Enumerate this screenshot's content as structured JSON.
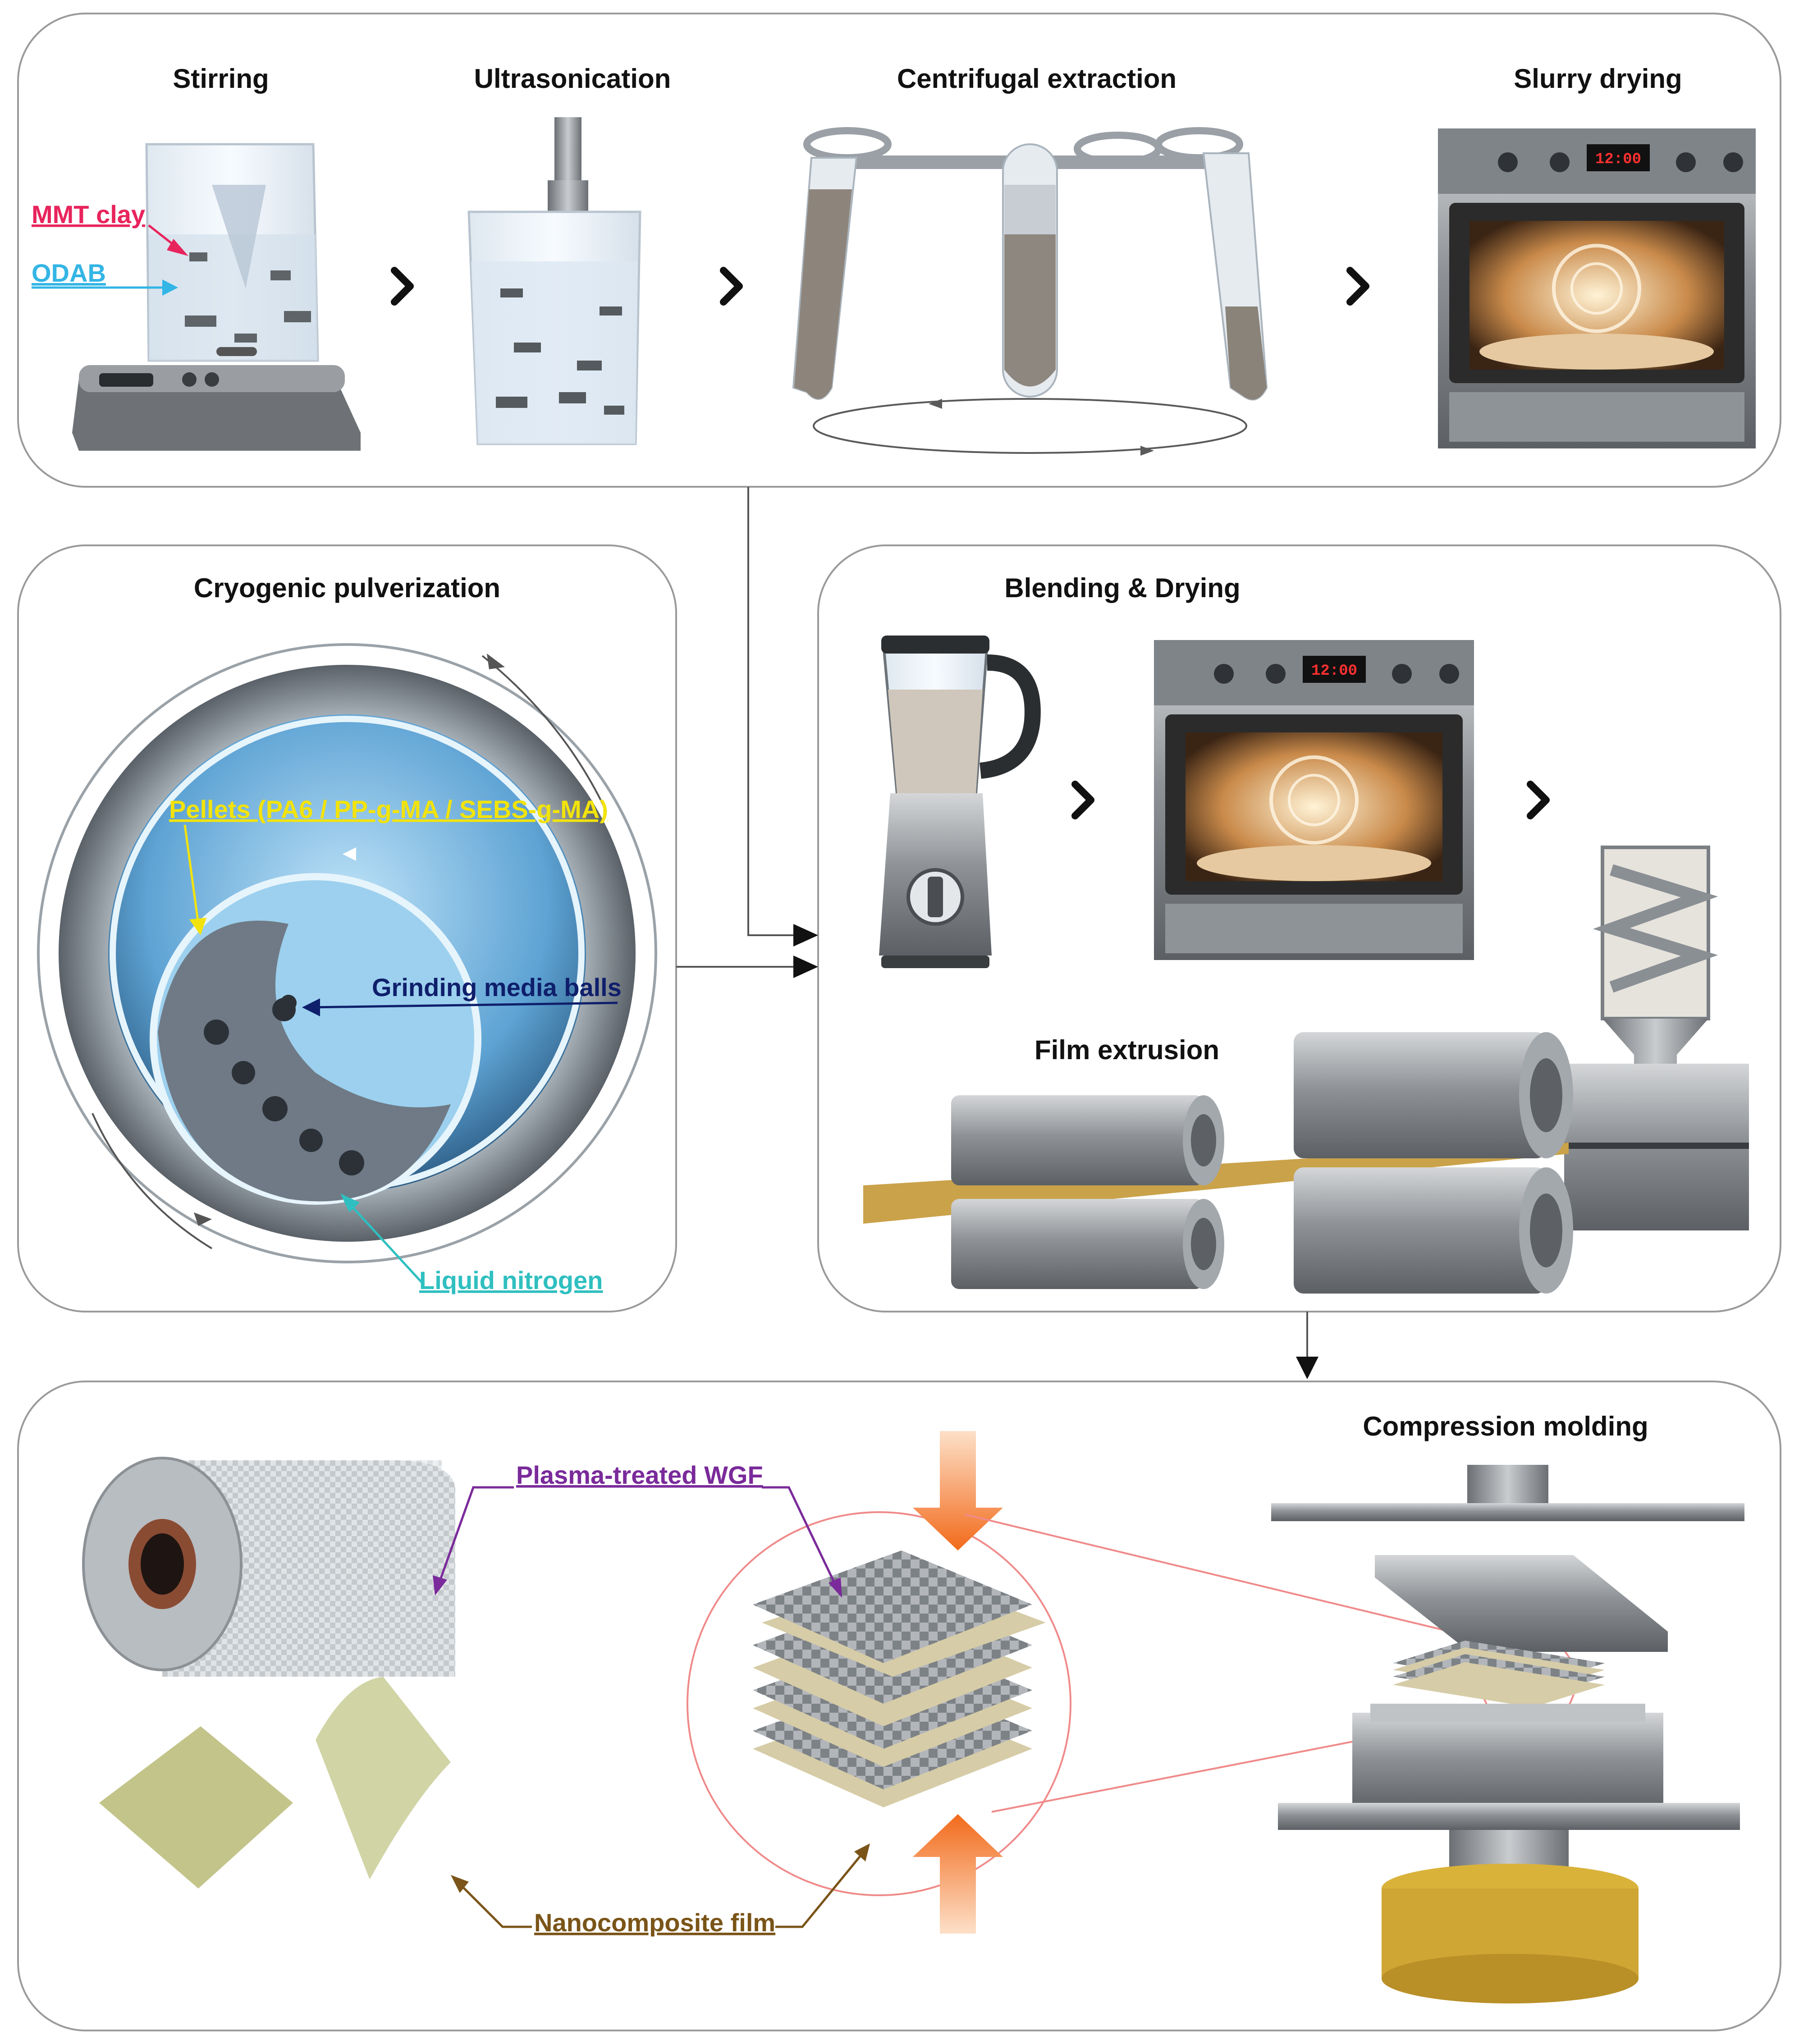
{
  "steps": {
    "stirring": "Stirring",
    "ultrasonication": "Ultrasonication",
    "centrifugal": "Centrifugal extraction",
    "slurry_drying": "Slurry drying",
    "cryogenic": "Cryogenic pulverization",
    "blending": "Blending & Drying",
    "film_extrusion": "Film extrusion",
    "compression": "Compression molding"
  },
  "labels": {
    "mmt_clay": "MMT clay",
    "odab": "ODAB",
    "pellets": "Pellets (PA6 / PP-g-MA / SEBS-g-MA)",
    "grinding_balls": "Grinding media balls",
    "liquid_nitrogen": "Liquid nitrogen",
    "plasma_wgf": "Plasma-treated WGF",
    "nanocomposite_film": "Nanocomposite film"
  },
  "oven_display": "12:00",
  "colors": {
    "mmt_clay": "#e8245c",
    "odab": "#33b5e5",
    "pellets": "#f2e30c",
    "grinding_balls": "#0f1f6b",
    "liquid_nitrogen": "#2fbfc0",
    "plasma_wgf": "#7a2a9a",
    "nanocomposite_film": "#7a5418"
  }
}
